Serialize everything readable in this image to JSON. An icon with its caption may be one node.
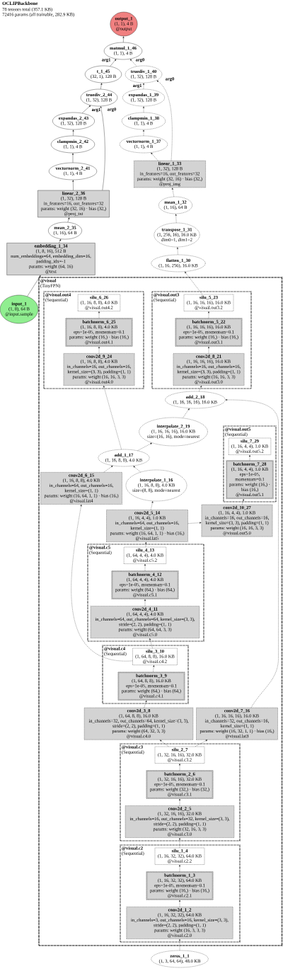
{
  "diagram": {
    "title": "OCLIPBackbone",
    "nodes": [
      {
        "text": [
          "output_1",
          "(1, 1), 4 B",
          "@output"
        ]
      },
      {
        "text": [
          "matmul_1_46",
          "(1, 1), 4 B"
        ]
      },
      {
        "text": [
          "t_1_45",
          "(32, 1), 128 B"
        ]
      },
      {
        "text": [
          "truediv_1_40",
          "(1, 32), 128 B"
        ]
      },
      {
        "text": [
          "truediv_2_44",
          "(1, 32), 128 B"
        ]
      },
      {
        "text": [
          "expandas_1_39",
          "(1, 32), 128 B"
        ]
      },
      {
        "text": [
          "expandas_2_43",
          "(1, 32), 128 B"
        ]
      },
      {
        "text": [
          "clampmin_1_38",
          "(1, 1), 4 B"
        ]
      },
      {
        "text": [
          "clampmin_2_42",
          "(1, 1), 4 B"
        ]
      },
      {
        "text": [
          "vectornorm_1_37",
          "(1, 1), 4 B"
        ]
      },
      {
        "text": [
          "linear_1_33",
          "(1, 32), 128 B",
          "in_features=16, out_features=32",
          "params: weight (32, 16) · bias (32,)",
          "@proj_img"
        ]
      },
      {
        "text": [
          "vectornorm_2_41",
          "(1, 1), 4 B"
        ]
      },
      {
        "text": [
          "linear_2_36",
          "(1, 32), 128 B",
          "in_features=16, out_features=32",
          "params: weight (32, 16) · bias (32,)",
          "@proj_txt"
        ]
      },
      {
        "text": [
          "mean_1_32",
          "(1, 16), 64 B"
        ]
      },
      {
        "text": [
          "mean_2_35",
          "(1, 16), 64 B"
        ]
      },
      {
        "text": [
          "transpose_1_31",
          "(1, 256, 16), 16.0 KB",
          "dim0=1, dim1=2"
        ]
      },
      {
        "text": [
          "embedding_1_34",
          "(1, 8, 16), 512 B",
          "num_embeddings=64, embedding_dim=16, padding_idx=-1",
          "params: weight (64, 16)",
          "@text"
        ]
      },
      {
        "text": [
          "flatten_1_30",
          "(1, 16, 256), 16.0 KB"
        ]
      },
      {
        "text": [
          "input_1",
          "(1, 8), 64 B",
          "@input.sample"
        ]
      },
      {
        "text": [
          "@visual",
          "(TinyFPN)"
        ]
      },
      {
        "text": [
          "@visual.out3",
          "(Sequential)"
        ],
        "in": 19
      },
      {
        "text": [
          "silu_5_23",
          "(1, 16, 16, 16), 16.0 KB",
          "@visual.out3.2"
        ],
        "in": 20
      },
      {
        "text": [
          "batchnorm_5_22",
          "(1, 16, 16, 16), 16.0 KB",
          "eps=1e-05, momentum=0.1",
          "params: weight (16,) · bias (16,)",
          "@visual.out3.1"
        ],
        "in": 20
      },
      {
        "text": [
          "conv2d_8_21",
          "(1, 16, 16, 16), 16.0 KB",
          "in_channels=16, out_channels=16, kernel_size=(3, 3), padding=(1, 1)",
          "params: weight (16, 16, 3, 3)",
          "@visual.out3.0"
        ],
        "in": 20
      },
      {
        "text": [
          "@visual.out4",
          "(Sequential)"
        ],
        "in": 19
      },
      {
        "text": [
          "silu_6_26",
          "(1, 16, 8, 8), 4.0 KB",
          "@visual.out4.2"
        ],
        "in": 24
      },
      {
        "text": [
          "batchnorm_6_25",
          "(1, 16, 8, 8), 4.0 KB",
          "eps=1e-05, momentum=0.1",
          "params: weight (16,) · bias (16,)",
          "@visual.out4.1"
        ],
        "in": 24
      },
      {
        "text": [
          "conv2d_9_24",
          "(1, 16, 8, 8), 4.0 KB",
          "in_channels=16, out_channels=16, kernel_size=(3, 3), padding=(1, 1)",
          "params: weight (16, 16, 3, 3)",
          "@visual.out4.0"
        ],
        "in": 24
      },
      {
        "text": [
          "add_2_18",
          "(1, 16, 16, 16), 16.0 KB"
        ],
        "in": 19
      },
      {
        "text": [
          "interpolate_2_19",
          "(1, 16, 16, 16), 16.0 KB",
          "size=(16, 16), mode=nearest"
        ],
        "in": 19
      },
      {
        "text": [
          "@visual.out5",
          "(Sequential)"
        ],
        "in": 19
      },
      {
        "text": [
          "silu_7_29",
          "(1, 16, 4, 4), 1.0 KB",
          "@visual.out5.2"
        ],
        "in": 30
      },
      {
        "text": [
          "batchnorm_7_28",
          "(1, 16, 4, 4), 1.0 KB",
          "eps=1e-05, momentum=0.1",
          "params: weight (16,) · bias (16,)",
          "@visual.out5.1"
        ],
        "in": 30
      },
      {
        "text": [
          "add_1_17",
          "(1, 16, 8, 8), 4.0 KB"
        ],
        "in": 19
      },
      {
        "text": [
          "conv2d_6_15",
          "(1, 16, 8, 8), 4.0 KB",
          "in_channels=64, out_channels=16, kernel_size=(1, 1)",
          "params: weight (16, 64, 1, 1) · bias (16,)",
          "@visual.lat4"
        ],
        "in": 19
      },
      {
        "text": [
          "interpolate_1_16",
          "(1, 16, 8, 8), 4.0 KB",
          "size=(8, 8), mode=nearest"
        ],
        "in": 19
      },
      {
        "text": [
          "conv2d_10_27",
          "(1, 16, 4, 4), 1.0 KB",
          "in_channels=16, out_channels=16, kernel_size=(3, 3), padding=(1, 1)",
          "params: weight (16, 16, 3, 3)",
          "@visual.out5.0"
        ],
        "in": 19
      },
      {
        "text": [
          "conv2d_5_14",
          "(1, 16, 4, 4), 1.0 KB",
          "in_channels=64, out_channels=16, kernel_size=(1, 1)",
          "params: weight (16, 64, 1, 1) · bias (16,)",
          "@visual.lat5"
        ],
        "in": 19
      },
      {
        "text": [
          "@visual.c5",
          "(Sequential)"
        ],
        "in": 19
      },
      {
        "text": [
          "silu_4_13",
          "(1, 64, 4, 4), 4.0 KB",
          "@visual.c5.2"
        ],
        "in": 38
      },
      {
        "text": [
          "batchnorm_4_12",
          "(1, 64, 4, 4), 4.0 KB",
          "eps=1e-05, momentum=0.1",
          "params: weight (64,) · bias (64,)",
          "@visual.c5.1"
        ],
        "in": 38
      },
      {
        "text": [
          "conv2d_4_11",
          "(1, 64, 4, 4), 4.0 KB",
          "in_channels=64, out_channels=64, kernel_size=(3, 3), stride=(2, 2), padding=(1, 1)",
          "params: weight (64, 64, 3, 3)",
          "@visual.c5.0"
        ],
        "in": 38
      },
      {
        "text": [
          "@visual.c4",
          "(Sequential)"
        ],
        "in": 19
      },
      {
        "text": [
          "silu_3_10",
          "(1, 64, 8, 8), 16.0 KB",
          "@visual.c4.2"
        ],
        "in": 42
      },
      {
        "text": [
          "batchnorm_3_9",
          "(1, 64, 8, 8), 16.0 KB",
          "eps=1e-05, momentum=0.1",
          "params: weight (64,) · bias (64,)",
          "@visual.c4.1"
        ],
        "in": 42
      },
      {
        "text": [
          "conv2d_3_8",
          "(1, 64, 8, 8), 16.0 KB",
          "in_channels=32, out_channels=64, kernel_size=(3, 3), stride=(2, 2), padding=(1, 1)",
          "params: weight (64, 32, 3, 3)",
          "@visual.c4.0"
        ],
        "in": 19
      },
      {
        "text": [
          "conv2d_7_16",
          "(1, 16, 16, 16), 16.0 KB",
          "in_channels=32, out_channels=16, kernel_size=(1, 1)",
          "params: weight (16, 32, 1, 1) · bias (16,)",
          "@visual.lat3"
        ],
        "in": 19
      },
      {
        "text": [
          "@visual.c3",
          "(Sequential)"
        ],
        "in": 19
      },
      {
        "text": [
          "silu_2_7",
          "(1, 32, 16, 16), 32.0 KB",
          "@visual.c3.2"
        ],
        "in": 47
      },
      {
        "text": [
          "batchnorm_2_6",
          "(1, 32, 16, 16), 32.0 KB",
          "eps=1e-05, momentum=0.1",
          "params: weight (32,) · bias (32,)",
          "@visual.c3.1"
        ],
        "in": 47
      },
      {
        "text": [
          "conv2d_2_5",
          "(1, 32, 16, 16), 32.0 KB",
          "in_channels=16, out_channels=32, kernel_size=(3, 3), stride=(2, 2), padding=(1, 1)",
          "params: weight (32, 16, 3, 3)",
          "@visual.c3.0"
        ],
        "in": 47
      },
      {
        "text": [
          "@visual.c2",
          "(Sequential)"
        ],
        "in": 19
      },
      {
        "text": [
          "silu_1_4",
          "(1, 16, 32, 32), 64.0 KB",
          "@visual.c2.2"
        ],
        "in": 51
      },
      {
        "text": [
          "batchnorm_1_3",
          "(1, 16, 32, 32), 64.0 KB",
          "eps=1e-05, momentum=0.1",
          "params: weight (16,) · bias (16,)",
          "@visual.c2.1"
        ],
        "in": 51
      },
      {
        "text": [
          "conv2d_1_2",
          "(1, 16, 32, 32), 64.0 KB",
          "in_channels=3, out_channels=16, kernel_size=(3, 3), stride=(2, 2), padding=(1, 1)",
          "params: weight (16, 3, 3, 3)",
          "@visual.c2.0"
        ],
        "in": 51
      },
      {
        "text": [
          "zeros_1_1",
          "(1, 3, 64, 64), 48.0 KB"
        ]
      }
    ],
    "edges": [
      {
        "from": 55,
        "to": 54,
        "arrow": "to",
        "style": "dashed"
      },
      {
        "from": 54,
        "to": 53,
        "arrow": "to",
        "style": "dashed"
      },
      {
        "from": 53,
        "to": 52,
        "arrow": "to",
        "style": "dashed"
      },
      {
        "from": 52,
        "to": 50,
        "arrow": "to",
        "style": "dashed"
      },
      {
        "from": 50,
        "to": 49,
        "arrow": "to",
        "style": "dashed"
      },
      {
        "from": 49,
        "to": 48,
        "arrow": "to",
        "style": "dashed"
      },
      {
        "from": 48,
        "to": 45,
        "arrow": "to",
        "style": "dashed"
      },
      {
        "from": 48,
        "to": 46,
        "arrow": "to",
        "style": "dashed"
      },
      {
        "from": 45,
        "to": 44,
        "arrow": "to",
        "style": "dashed"
      },
      {
        "from": 44,
        "to": 43,
        "arrow": "to",
        "style": "dashed"
      },
      {
        "from": 43,
        "to": 41,
        "arrow": "to",
        "style": "dashed"
      },
      {
        "from": 43,
        "to": 34,
        "arrow": "to",
        "style": "dashed"
      },
      {
        "from": 41,
        "to": 40,
        "arrow": "to",
        "style": "dashed"
      },
      {
        "from": 40,
        "to": 39,
        "arrow": "to",
        "style": "dashed"
      },
      {
        "from": 39,
        "to": 37,
        "arrow": "to",
        "style": "dashed"
      },
      {
        "from": 37,
        "to": 35,
        "arrow": "to",
        "style": "dashed"
      },
      {
        "from": 37,
        "to": 36,
        "arrow": "to",
        "style": "dashed"
      },
      {
        "from": 34,
        "to": 33,
        "arrow": "to",
        "style": "dashed"
      },
      {
        "from": 35,
        "to": 33,
        "arrow": "to",
        "style": "dashed"
      },
      {
        "from": 33,
        "to": 27,
        "arrow": "to",
        "style": "dashed"
      },
      {
        "from": 33,
        "to": 29,
        "arrow": "to",
        "style": "dashed"
      },
      {
        "from": 29,
        "to": 28,
        "arrow": "to",
        "style": "dashed"
      },
      {
        "from": 46,
        "to": 28,
        "arrow": "to",
        "style": "dashed"
      },
      {
        "from": 28,
        "to": 23,
        "arrow": "to",
        "style": "dashed"
      },
      {
        "from": 23,
        "to": 22,
        "arrow": "to",
        "style": "dashed"
      },
      {
        "from": 22,
        "to": 21,
        "arrow": "to",
        "style": "dashed"
      },
      {
        "from": 27,
        "to": 26,
        "arrow": "to",
        "style": "dashed"
      },
      {
        "from": 26,
        "to": 25,
        "arrow": "to",
        "style": "dashed"
      },
      {
        "from": 36,
        "to": 32,
        "arrow": "to",
        "style": "dashed"
      },
      {
        "from": 32,
        "to": 31,
        "arrow": "to",
        "style": "dashed"
      },
      {
        "from": 21,
        "to": 17,
        "arrow": "to",
        "style": "dashed"
      },
      {
        "from": 17,
        "to": 15,
        "arrow": "to",
        "style": "dashed"
      },
      {
        "from": 15,
        "to": 13,
        "arrow": "to",
        "style": "dashed"
      },
      {
        "from": 13,
        "to": 10,
        "arrow": "to",
        "style": "dashed"
      },
      {
        "from": 10,
        "to": 9,
        "arrow": "to",
        "style": "dashed"
      },
      {
        "from": 10,
        "to": 3,
        "arrow": "to",
        "style": "dashed",
        "label": "arg0"
      },
      {
        "from": 9,
        "to": 7,
        "arrow": "to",
        "style": "dashed"
      },
      {
        "from": 7,
        "to": 5,
        "arrow": "to",
        "style": "dashed"
      },
      {
        "from": 5,
        "to": 3,
        "arrow": "to",
        "style": "dashed",
        "label": "arg1"
      },
      {
        "from": 18,
        "to": 16,
        "arrow": "to"
      },
      {
        "from": 16,
        "to": 14,
        "arrow": "to"
      },
      {
        "from": 14,
        "to": 12,
        "arrow": "to"
      },
      {
        "from": 12,
        "to": 11,
        "arrow": "to"
      },
      {
        "from": 12,
        "to": 4,
        "arrow": "to",
        "label": "arg0"
      },
      {
        "from": 11,
        "to": 8,
        "arrow": "to"
      },
      {
        "from": 8,
        "to": 6,
        "arrow": "to"
      },
      {
        "from": 6,
        "to": 4,
        "arrow": "to",
        "label": "arg1"
      },
      {
        "from": 4,
        "to": 2,
        "arrow": "to"
      },
      {
        "from": 2,
        "to": 1,
        "arrow": "to",
        "label": "arg1"
      },
      {
        "from": 3,
        "to": 1,
        "arrow": "to",
        "style": "dashed",
        "label": "arg0"
      },
      {
        "from": 1,
        "to": 0,
        "arrow": "to"
      }
    ],
    "labels": [
      "78 tensors total (357.1 KB)",
      "72416 params (all trainable, 282.9 KB)"
    ]
  }
}
